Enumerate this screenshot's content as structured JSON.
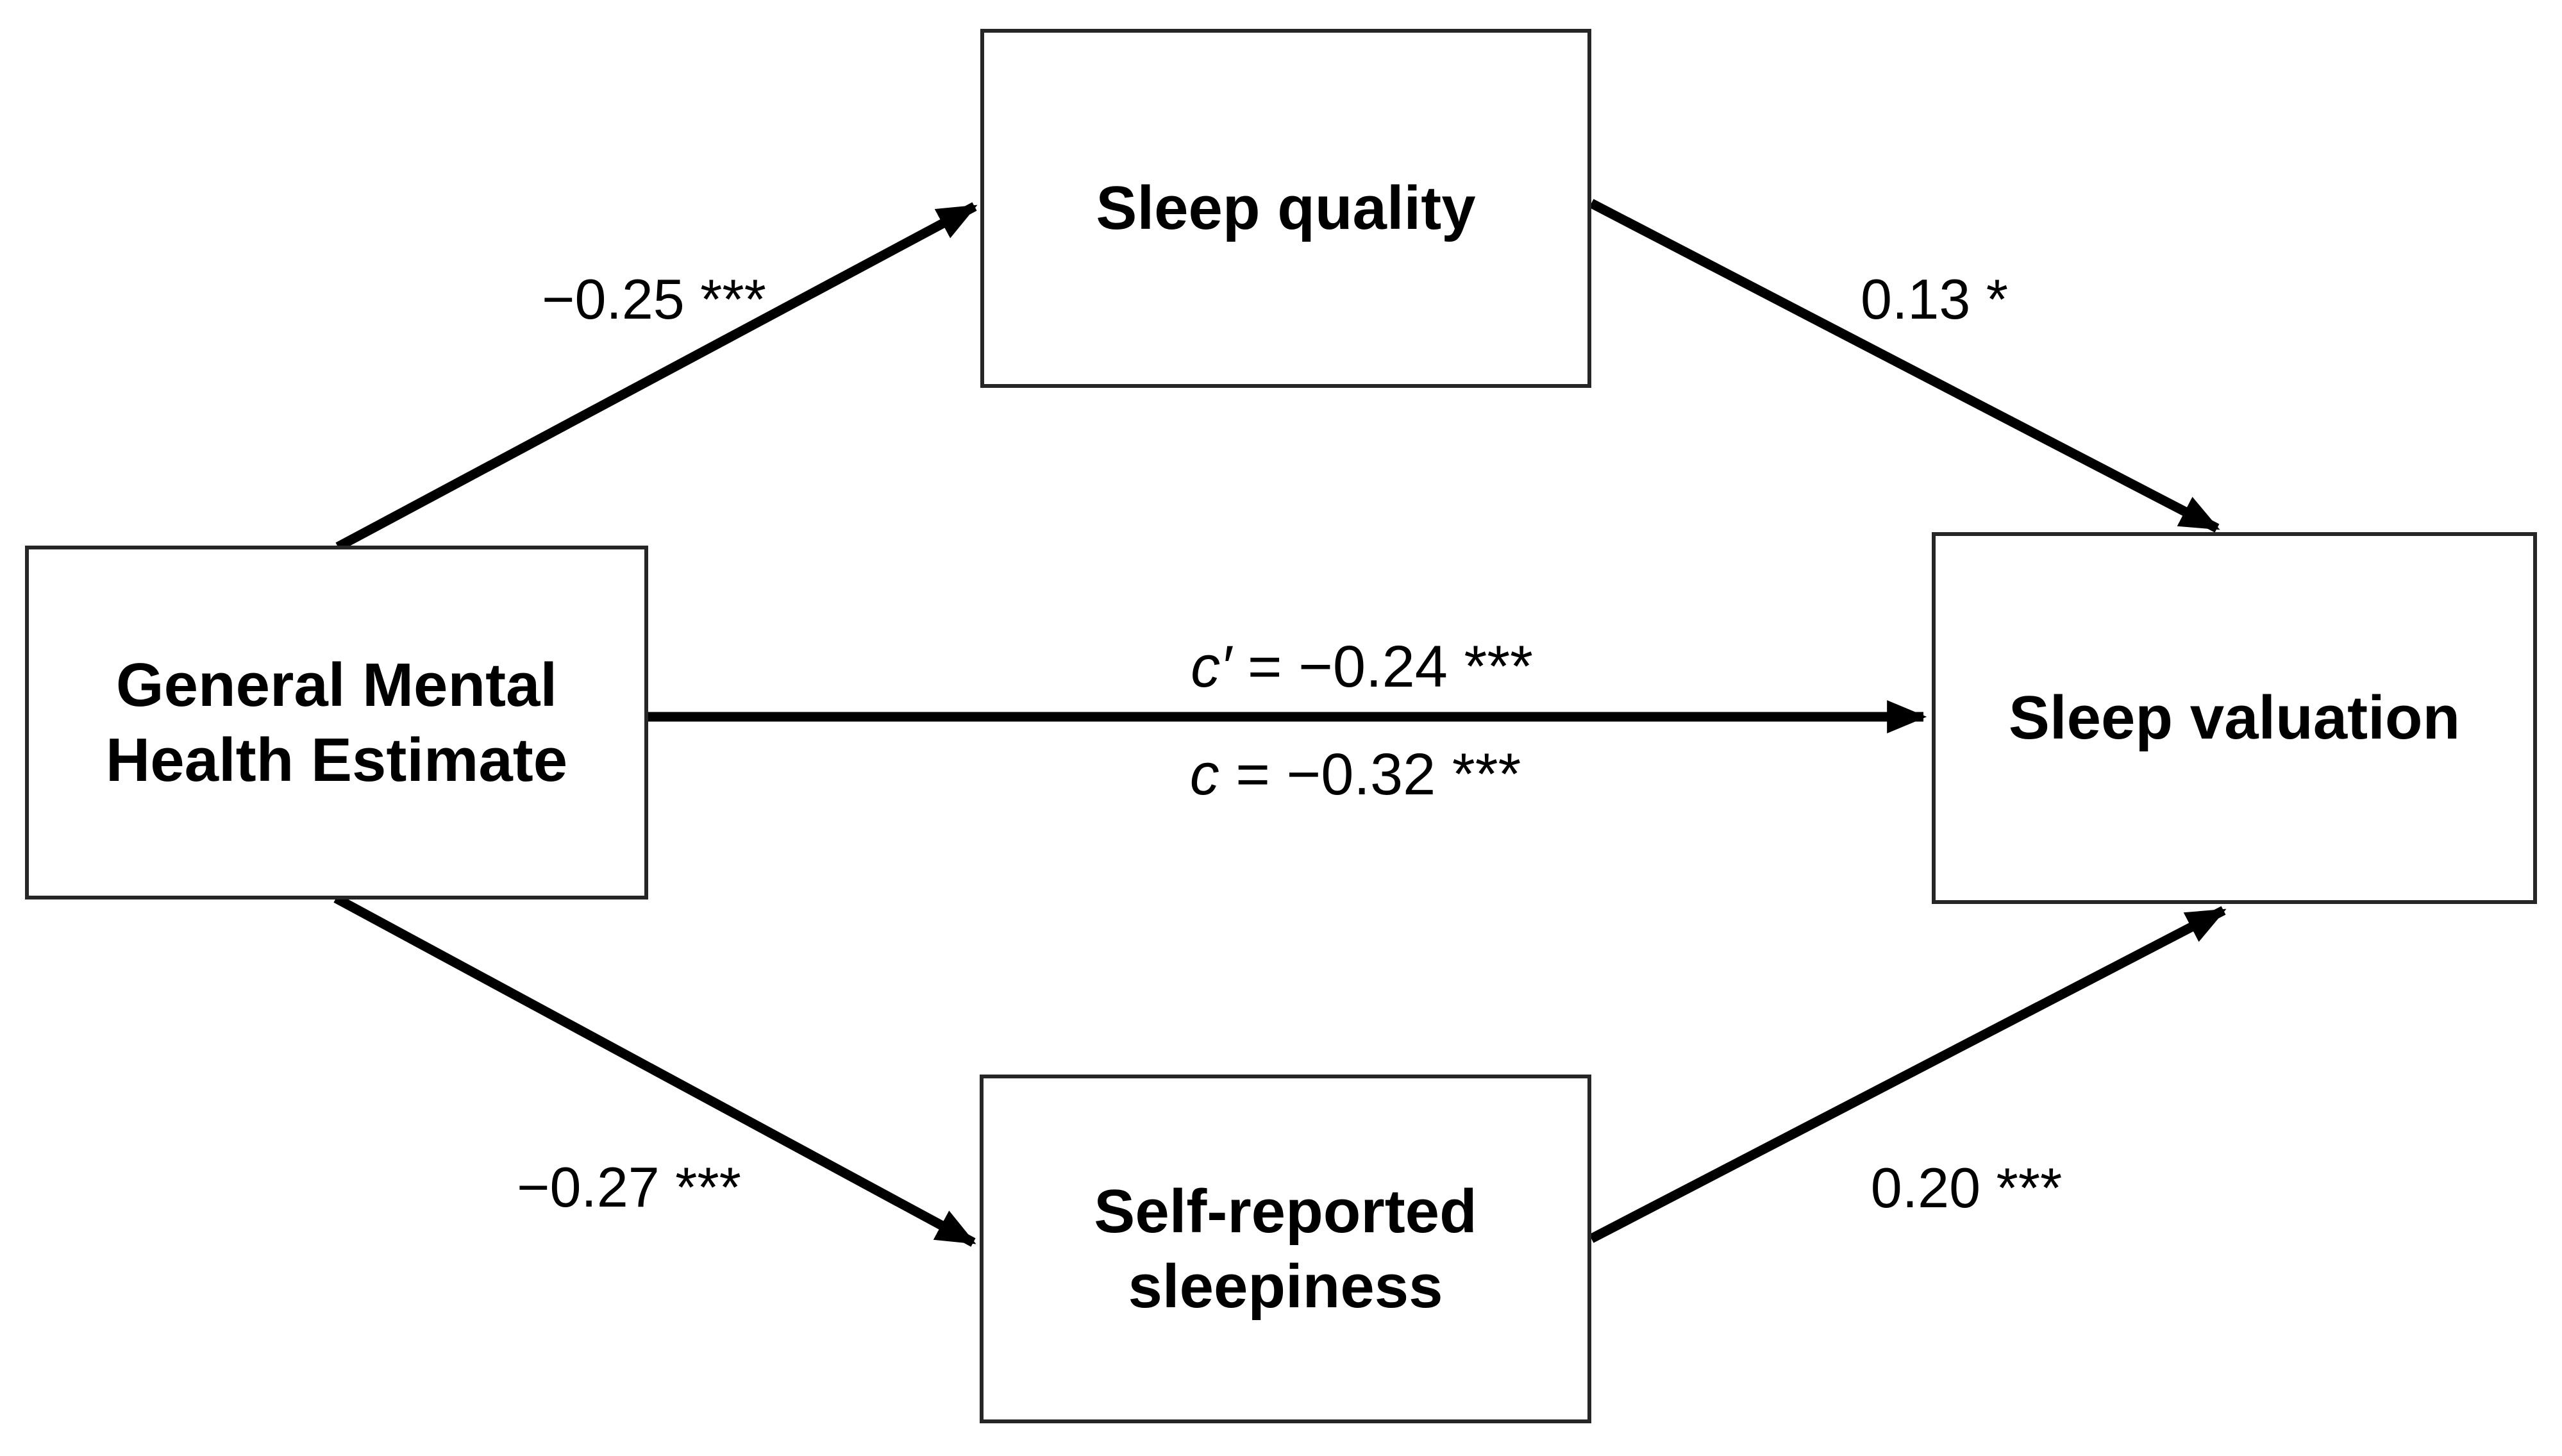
{
  "diagram": {
    "type": "mediation-path-model",
    "background": "#ffffff",
    "line_color": "#000000",
    "box_border_color": "#262626",
    "text_color": "#000000",
    "nodes": {
      "predictor": {
        "label": "General Mental Health Estimate"
      },
      "mediator_top": {
        "label": "Sleep quality"
      },
      "mediator_bottom": {
        "label": "Self-reported sleepiness"
      },
      "outcome": {
        "label": "Sleep valuation"
      }
    },
    "paths": {
      "a1": {
        "from": "predictor",
        "to": "mediator_top",
        "label": "−0.25 ***"
      },
      "b1": {
        "from": "mediator_top",
        "to": "outcome",
        "label": "0.13 *"
      },
      "a2": {
        "from": "predictor",
        "to": "mediator_bottom",
        "label": "−0.27 ***"
      },
      "b2": {
        "from": "mediator_bottom",
        "to": "outcome",
        "label": "0.20 ***"
      },
      "direct": {
        "from": "predictor",
        "to": "outcome",
        "symbol": "c′",
        "rest": " = −0.24 ***"
      },
      "total": {
        "from": "predictor",
        "to": "outcome",
        "symbol": "c",
        "rest": " = −0.32 ***"
      }
    }
  }
}
